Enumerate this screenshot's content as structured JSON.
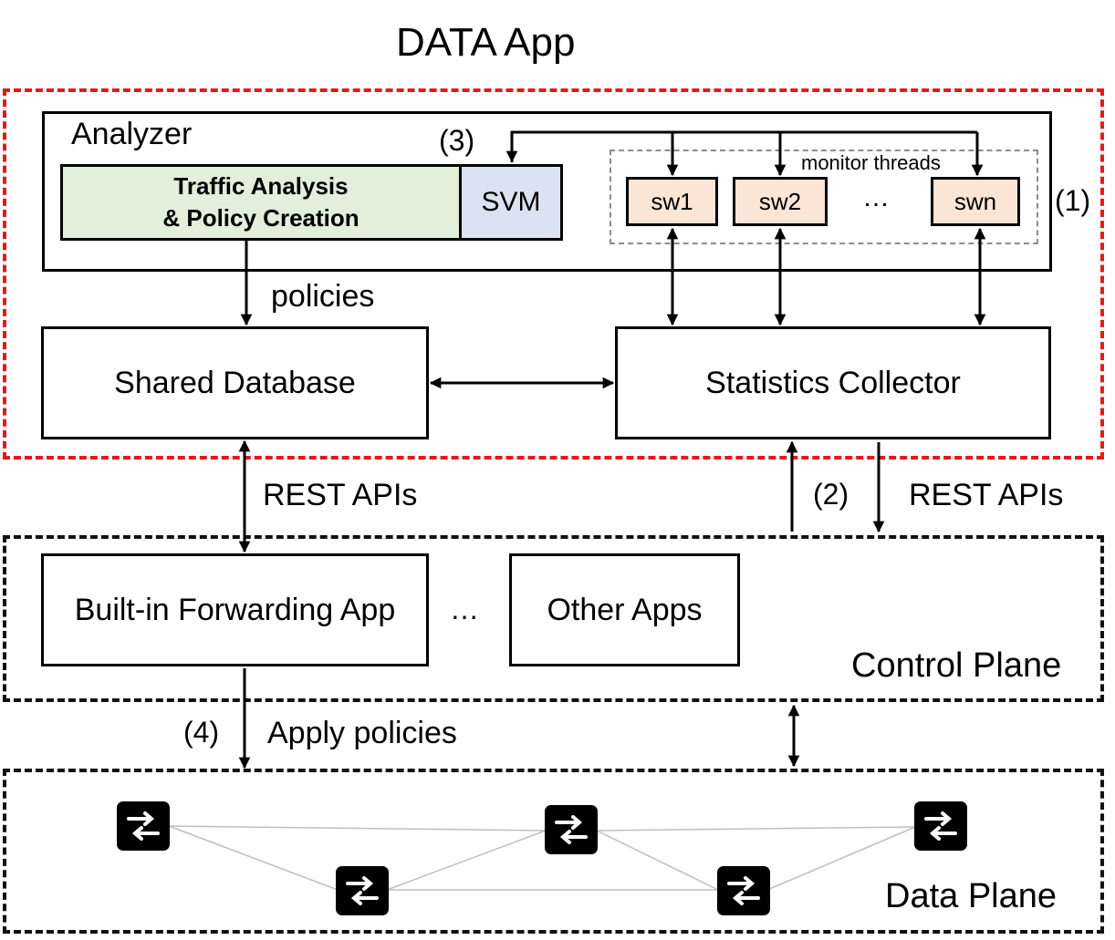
{
  "title": "DATA  App",
  "analyzer": {
    "label": "Analyzer",
    "traffic_analysis_line1": "Traffic Analysis",
    "traffic_analysis_line2": "& Policy Creation",
    "svm": "SVM",
    "monitor_threads": "monitor threads",
    "switches": [
      "sw1",
      "sw2",
      "swn"
    ],
    "ellipsis": "…"
  },
  "labels": {
    "step1": "(1)",
    "step2": "(2)",
    "step3": "(3)",
    "step4": "(4)",
    "policies": "policies",
    "rest_apis_left": "REST APIs",
    "rest_apis_right": "REST APIs",
    "apply_policies": "Apply policies"
  },
  "boxes": {
    "shared_database": "Shared Database",
    "statistics_collector": "Statistics Collector",
    "builtin_forwarding": "Built-in Forwarding App",
    "other_apps": "Other Apps",
    "apps_ellipsis": "…"
  },
  "planes": {
    "control": "Control Plane",
    "data": "Data Plane"
  },
  "colors": {
    "app_border": "#e31a1c",
    "traffic_analysis_fill": "#e2efda",
    "svm_fill": "#dae3f3",
    "switch_fill": "#fbe5d6"
  },
  "icons": [
    "switch-icon",
    "switch-icon",
    "switch-icon",
    "switch-icon",
    "switch-icon"
  ]
}
